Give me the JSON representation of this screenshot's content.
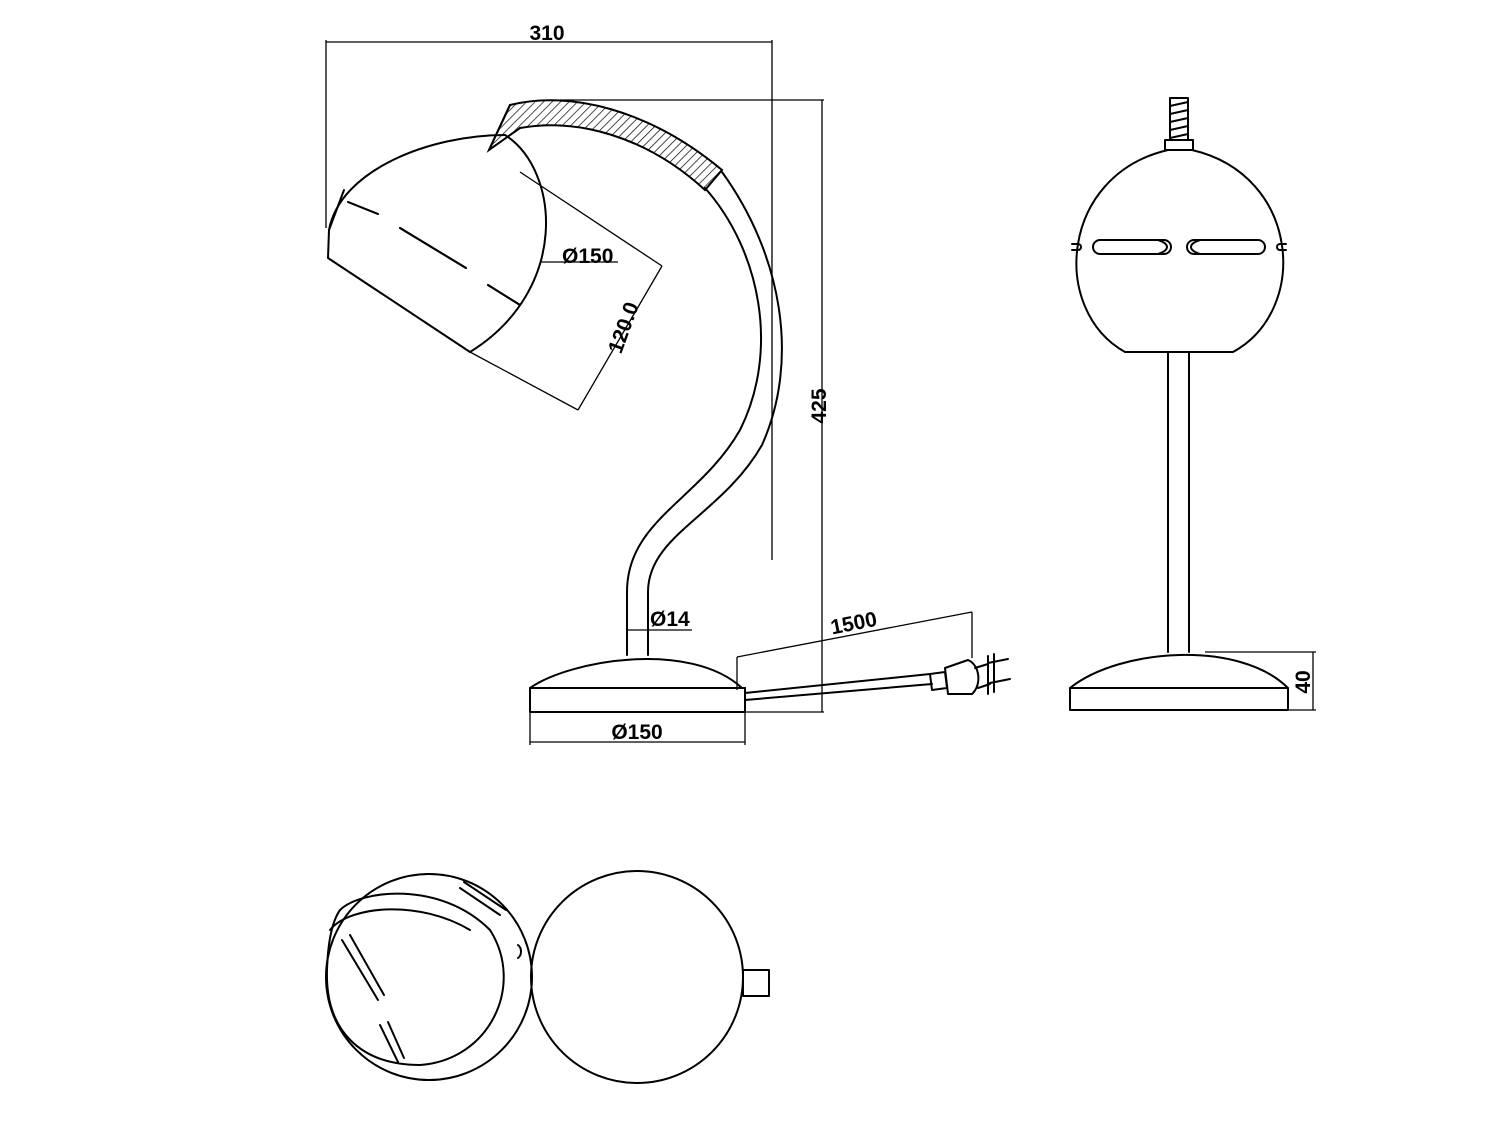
{
  "dimensions": {
    "width_overall": "310",
    "shade_diameter": "Ø150",
    "shade_depth": "120.0",
    "height_overall": "425",
    "arm_diameter": "Ø14",
    "cable_length": "1500",
    "base_diameter": "Ø150",
    "base_height": "40"
  },
  "colors": {
    "line": "#000000",
    "background": "#ffffff"
  }
}
